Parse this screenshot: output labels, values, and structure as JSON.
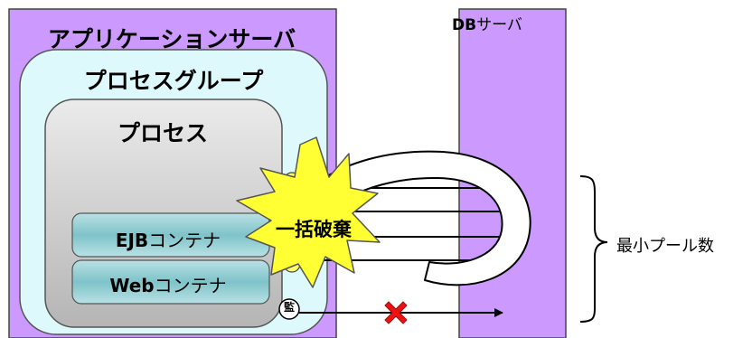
{
  "app_server": {
    "title": "アプリケーションサーバ"
  },
  "process_group": {
    "title": "プロセスグループ"
  },
  "process": {
    "title": "プロセス"
  },
  "db_server": {
    "title_bold": "DB",
    "title_rest": "サーバ"
  },
  "ejb_container": {
    "label_bold": "EJB",
    "label_rest": "コンテナ"
  },
  "web_container": {
    "label_bold": "Web",
    "label_rest": "コンテナ"
  },
  "bulk_discard": {
    "label": "一括破棄"
  },
  "monitor": {
    "label": "監"
  },
  "min_pool": {
    "label": "最小プール数"
  },
  "colors": {
    "app_server_fill": "#cc99ff",
    "process_group_fill": "#ddf9fb",
    "process_fill": "#c8c8c8",
    "container_fill": "#7ec3c9",
    "db_server_fill": "#cc99ff",
    "burst_fill": "#ffff33",
    "cross_mark": "#ee1111"
  }
}
